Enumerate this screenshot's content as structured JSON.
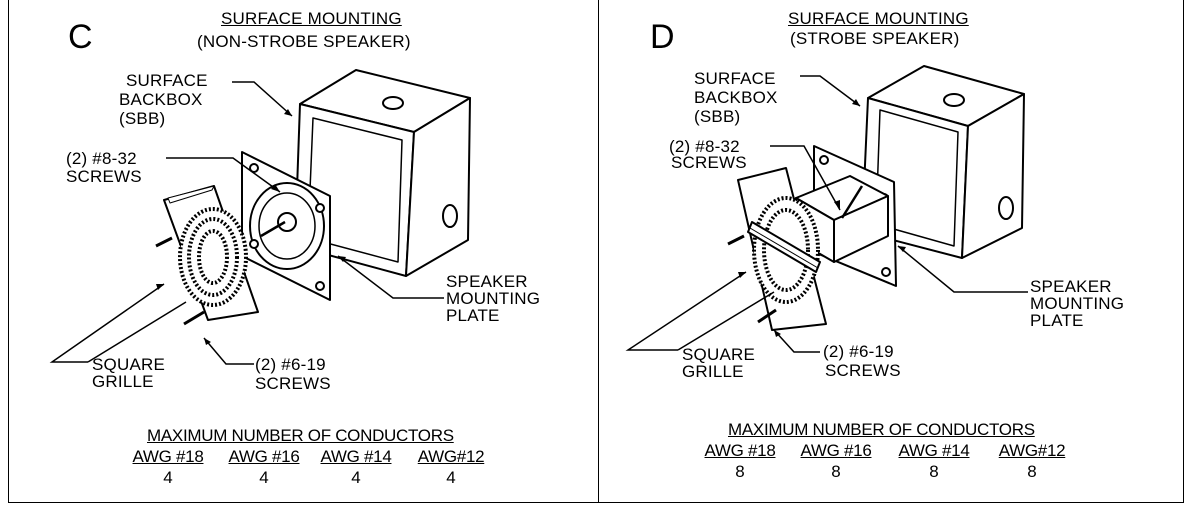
{
  "panels": [
    {
      "id": "C",
      "letter": "C",
      "title_line1": "SURFACE MOUNTING",
      "title_line2": "(NON-STROBE SPEAKER)",
      "labels": {
        "backbox": [
          "SURFACE",
          "BACKBOX",
          "(SBB)"
        ],
        "screws_832": [
          "(2) #8-32",
          "SCREWS"
        ],
        "mounting_plate": [
          "SPEAKER",
          "MOUNTING",
          "PLATE"
        ],
        "grille": [
          "SQUARE",
          "GRILLE"
        ],
        "screws_619": [
          "(2) #6-19",
          "SCREWS"
        ]
      },
      "conductors": {
        "title": "MAXIMUM NUMBER OF CONDUCTORS",
        "headers": [
          "AWG #18",
          "AWG #16",
          "AWG #14",
          "AWG#12"
        ],
        "values": [
          "4",
          "4",
          "4",
          "4"
        ]
      }
    },
    {
      "id": "D",
      "letter": "D",
      "title_line1": "SURFACE MOUNTING",
      "title_line2": "(STROBE SPEAKER)",
      "labels": {
        "backbox": [
          "SURFACE",
          "BACKBOX",
          "(SBB)"
        ],
        "screws_832": [
          "(2) #8-32",
          "SCREWS"
        ],
        "mounting_plate": [
          "SPEAKER",
          "MOUNTING",
          "PLATE"
        ],
        "grille": [
          "SQUARE",
          "GRILLE"
        ],
        "screws_619": [
          "(2) #6-19",
          "SCREWS"
        ]
      },
      "conductors": {
        "title": "MAXIMUM NUMBER OF CONDUCTORS",
        "headers": [
          "AWG #18",
          "AWG #16",
          "AWG #14",
          "AWG#12"
        ],
        "values": [
          "8",
          "8",
          "8",
          "8"
        ]
      }
    }
  ]
}
